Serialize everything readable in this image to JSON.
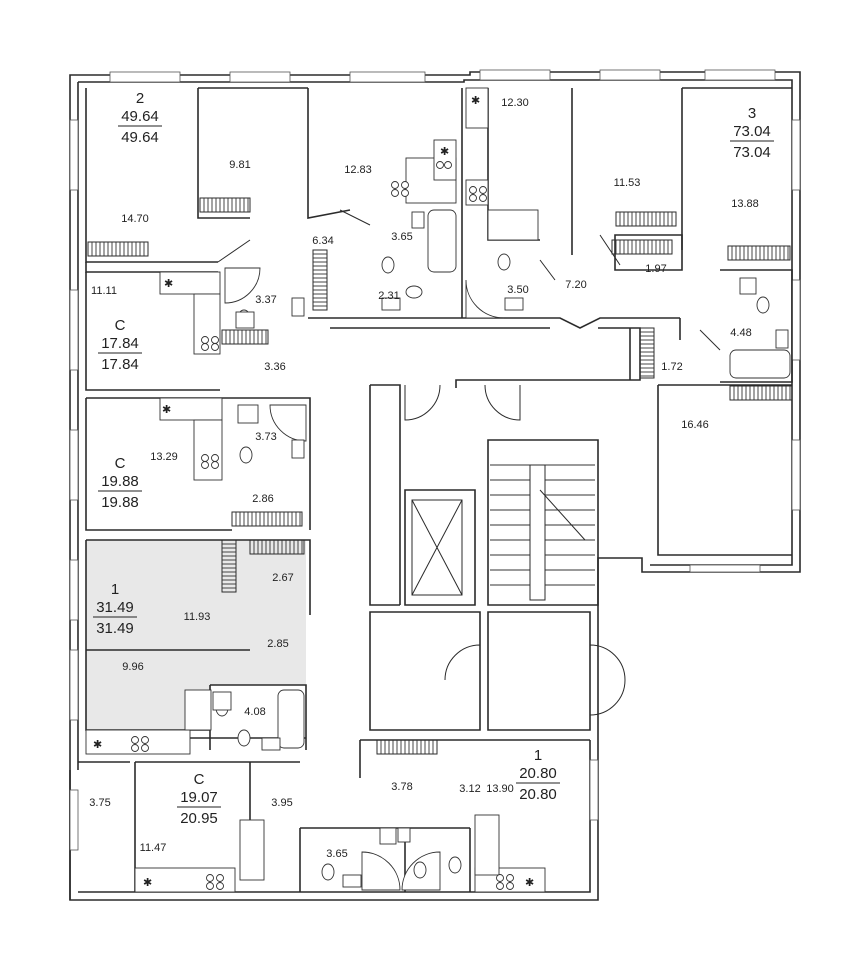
{
  "plan": {
    "units": [
      {
        "id": "u2",
        "type": "2",
        "area_total": "49.64",
        "area_living": "49.64",
        "highlighted": false
      },
      {
        "id": "uC1",
        "type": "С",
        "area_total": "17.84",
        "area_living": "17.84",
        "highlighted": false
      },
      {
        "id": "uC2",
        "type": "С",
        "area_total": "19.88",
        "area_living": "19.88",
        "highlighted": false
      },
      {
        "id": "u1a",
        "type": "1",
        "area_total": "31.49",
        "area_living": "31.49",
        "highlighted": true
      },
      {
        "id": "uC3",
        "type": "С",
        "area_total": "19.07",
        "area_living": "20.95",
        "highlighted": false
      },
      {
        "id": "u1b",
        "type": "1",
        "area_total": "20.80",
        "area_living": "20.80",
        "highlighted": false
      },
      {
        "id": "u3",
        "type": "3",
        "area_total": "73.04",
        "area_living": "73.04",
        "highlighted": false
      }
    ],
    "rooms": [
      "14.70",
      "9.81",
      "12.83",
      "6.34",
      "3.65",
      "2.31",
      "12.30",
      "3.50",
      "11.53",
      "7.20",
      "1.97",
      "13.88",
      "4.48",
      "1.72",
      "16.46",
      "11.11",
      "3.37",
      "3.36",
      "13.29",
      "3.73",
      "2.86",
      "2.67",
      "11.93",
      "2.85",
      "9.96",
      "4.08",
      "3.75",
      "11.47",
      "3.95",
      "3.65",
      "3.78",
      "3.12",
      "13.90"
    ],
    "colors": {
      "wall": "#2b2b2b",
      "highlight": "#e8e8e8",
      "background": "#ffffff"
    }
  }
}
